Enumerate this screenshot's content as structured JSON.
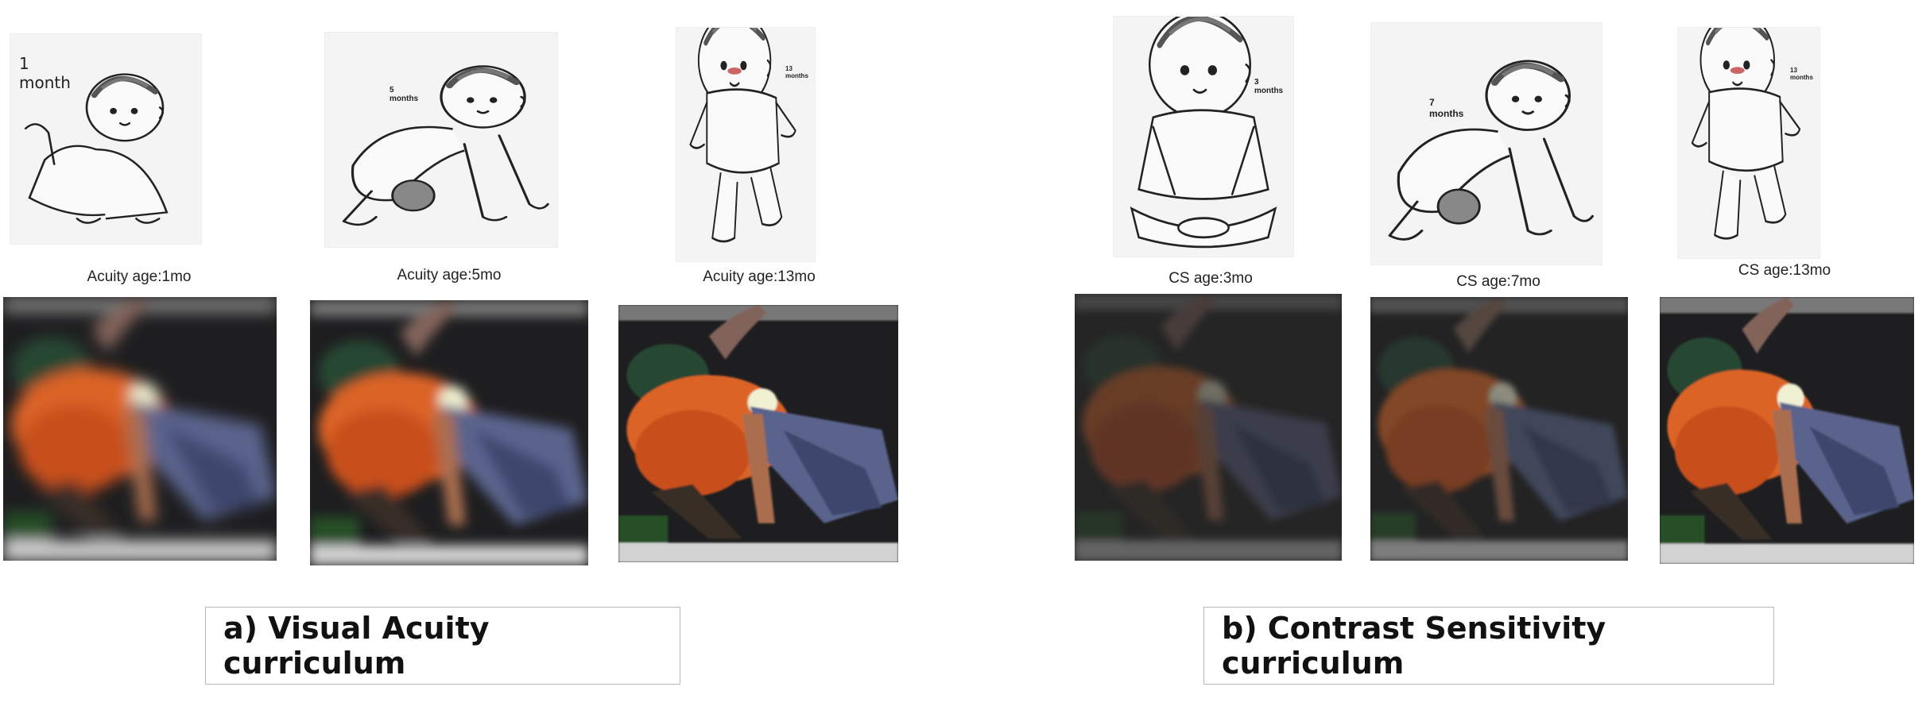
{
  "panels": [
    {
      "title": "a) Visual Acuity curriculum",
      "items": [
        {
          "baby_label": "1 month",
          "caption": "Acuity age:1mo",
          "pose": "tummy",
          "blur": 9,
          "contrast": 1.0
        },
        {
          "baby_label": "5 months",
          "caption": "Acuity age:5mo",
          "pose": "crawl",
          "blur": 7,
          "contrast": 1.0
        },
        {
          "baby_label": "13 months",
          "caption": "Acuity age:13mo",
          "pose": "stand",
          "blur": 1.2,
          "contrast": 1.0
        }
      ]
    },
    {
      "title": "b) Contrast Sensitivity curriculum",
      "items": [
        {
          "baby_label": "3 months",
          "caption": "CS age:3mo",
          "pose": "sit",
          "blur": 5,
          "contrast": 0.35
        },
        {
          "baby_label": "7 months",
          "caption": "CS age:7mo",
          "pose": "crawl",
          "blur": 4,
          "contrast": 0.5
        },
        {
          "baby_label": "13 months",
          "caption": "CS age:13mo",
          "pose": "stand",
          "blur": 1.2,
          "contrast": 1.0
        }
      ]
    }
  ]
}
